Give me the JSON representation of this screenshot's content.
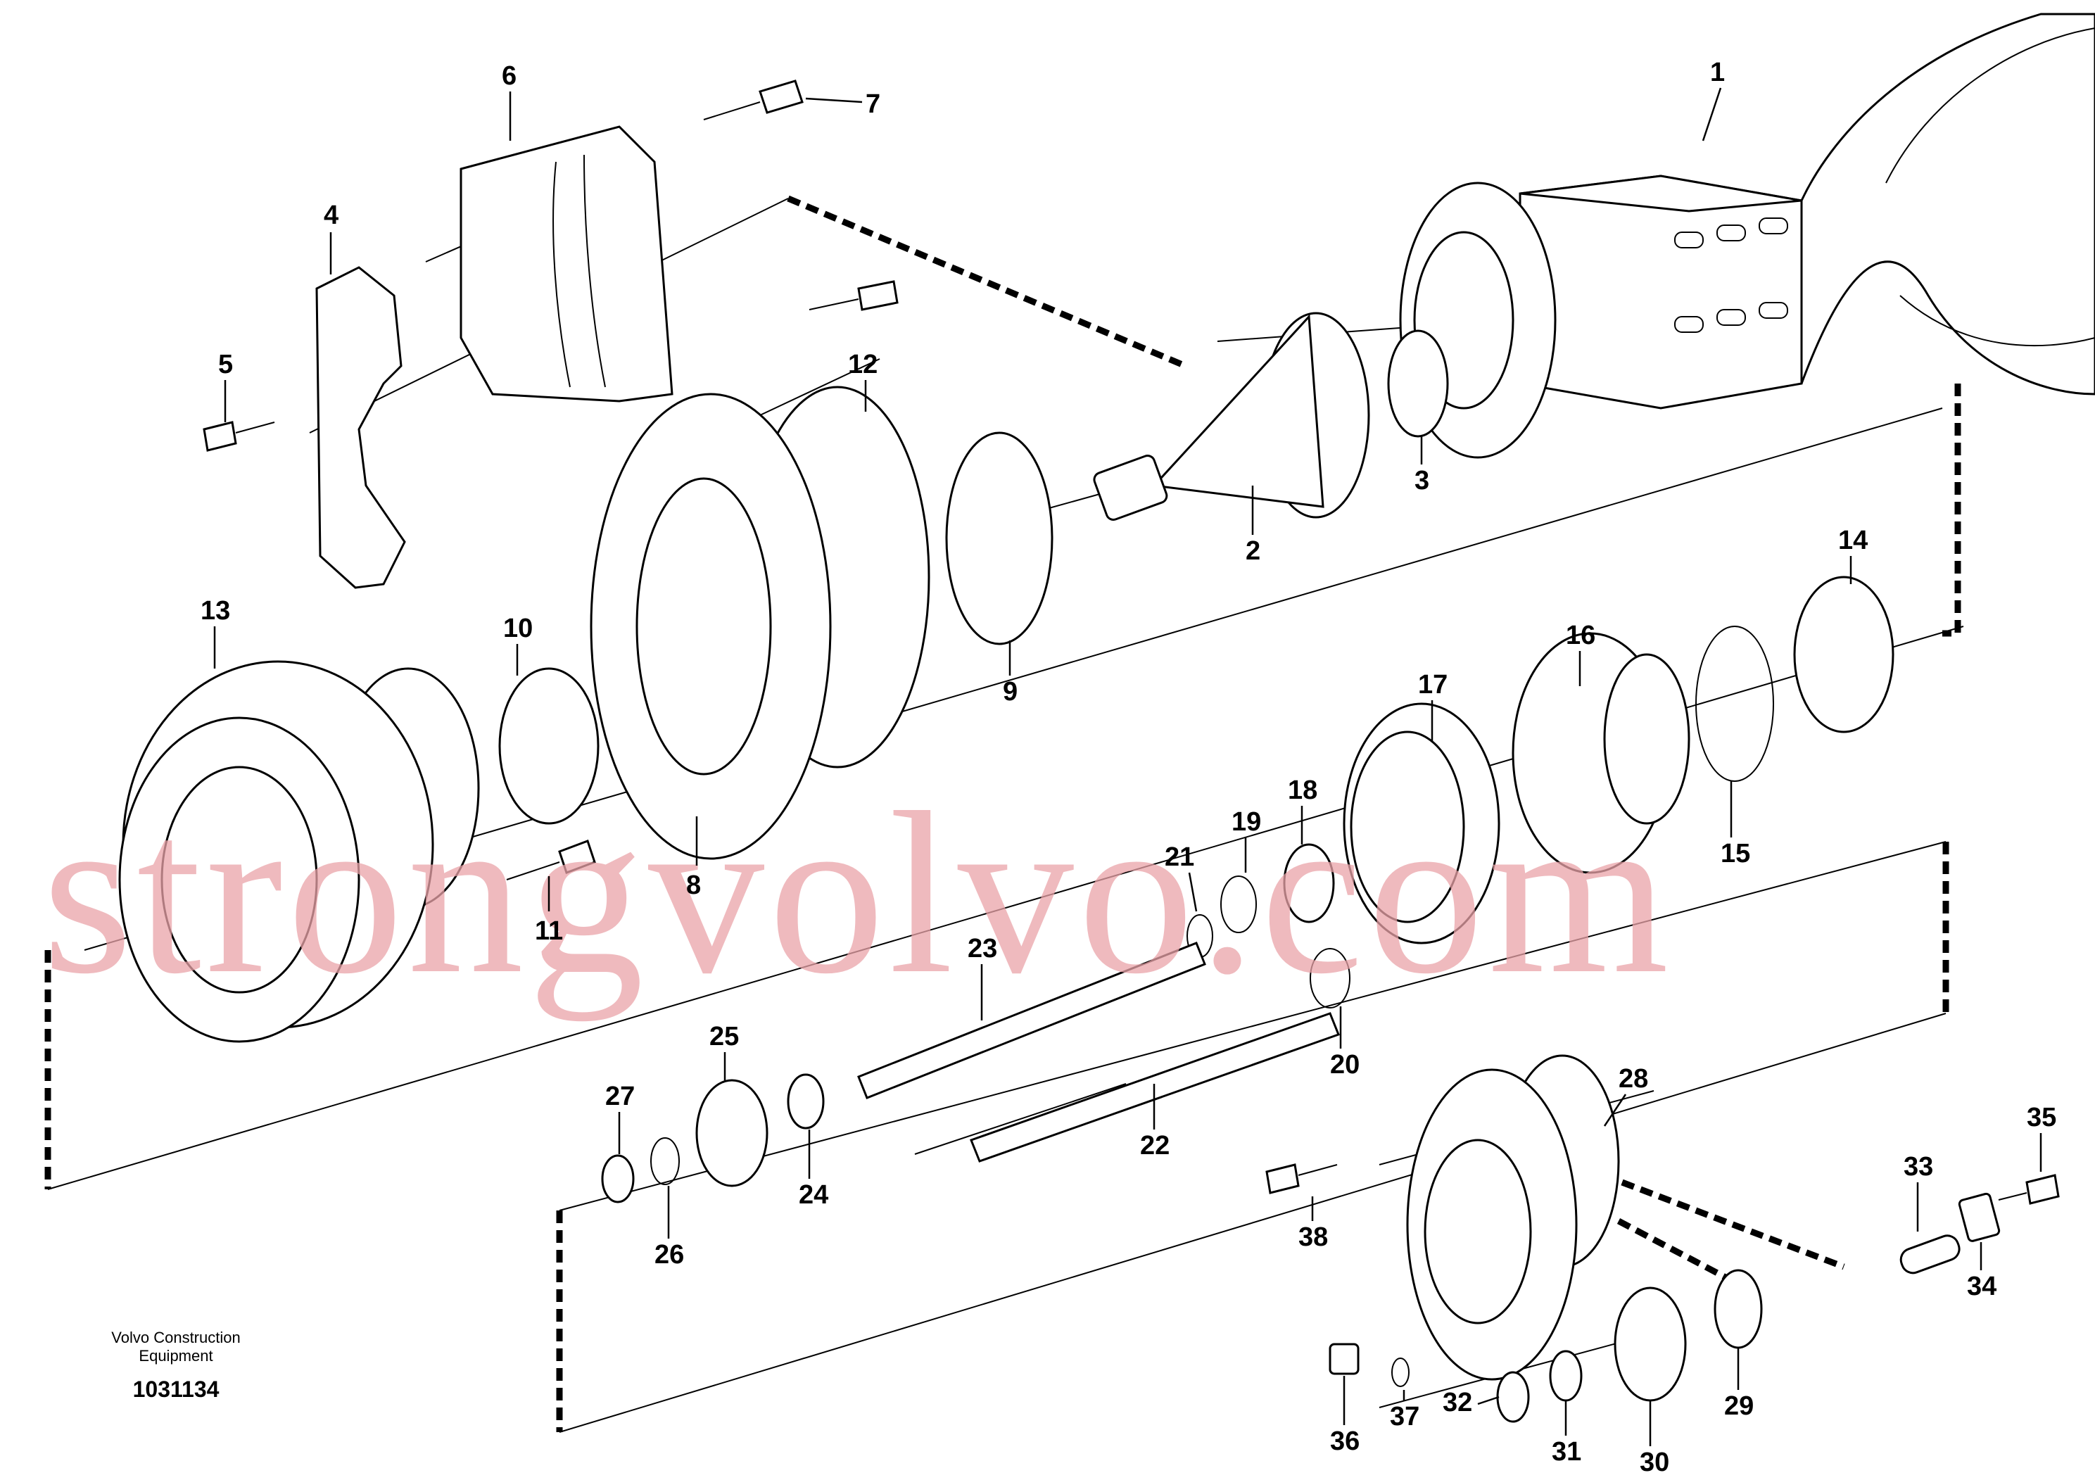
{
  "brand": {
    "line1": "Volvo Construction",
    "line2": "Equipment",
    "drawing_number": "1031134"
  },
  "watermark": "strongvolvo.com",
  "callouts": [
    "1",
    "2",
    "3",
    "4",
    "5",
    "6",
    "7",
    "8",
    "9",
    "10",
    "11",
    "12",
    "13",
    "14",
    "15",
    "16",
    "17",
    "18",
    "19",
    "20",
    "21",
    "22",
    "23",
    "24",
    "25",
    "26",
    "27",
    "28",
    "29",
    "30",
    "31",
    "32",
    "33",
    "34",
    "35",
    "36",
    "37",
    "38"
  ]
}
